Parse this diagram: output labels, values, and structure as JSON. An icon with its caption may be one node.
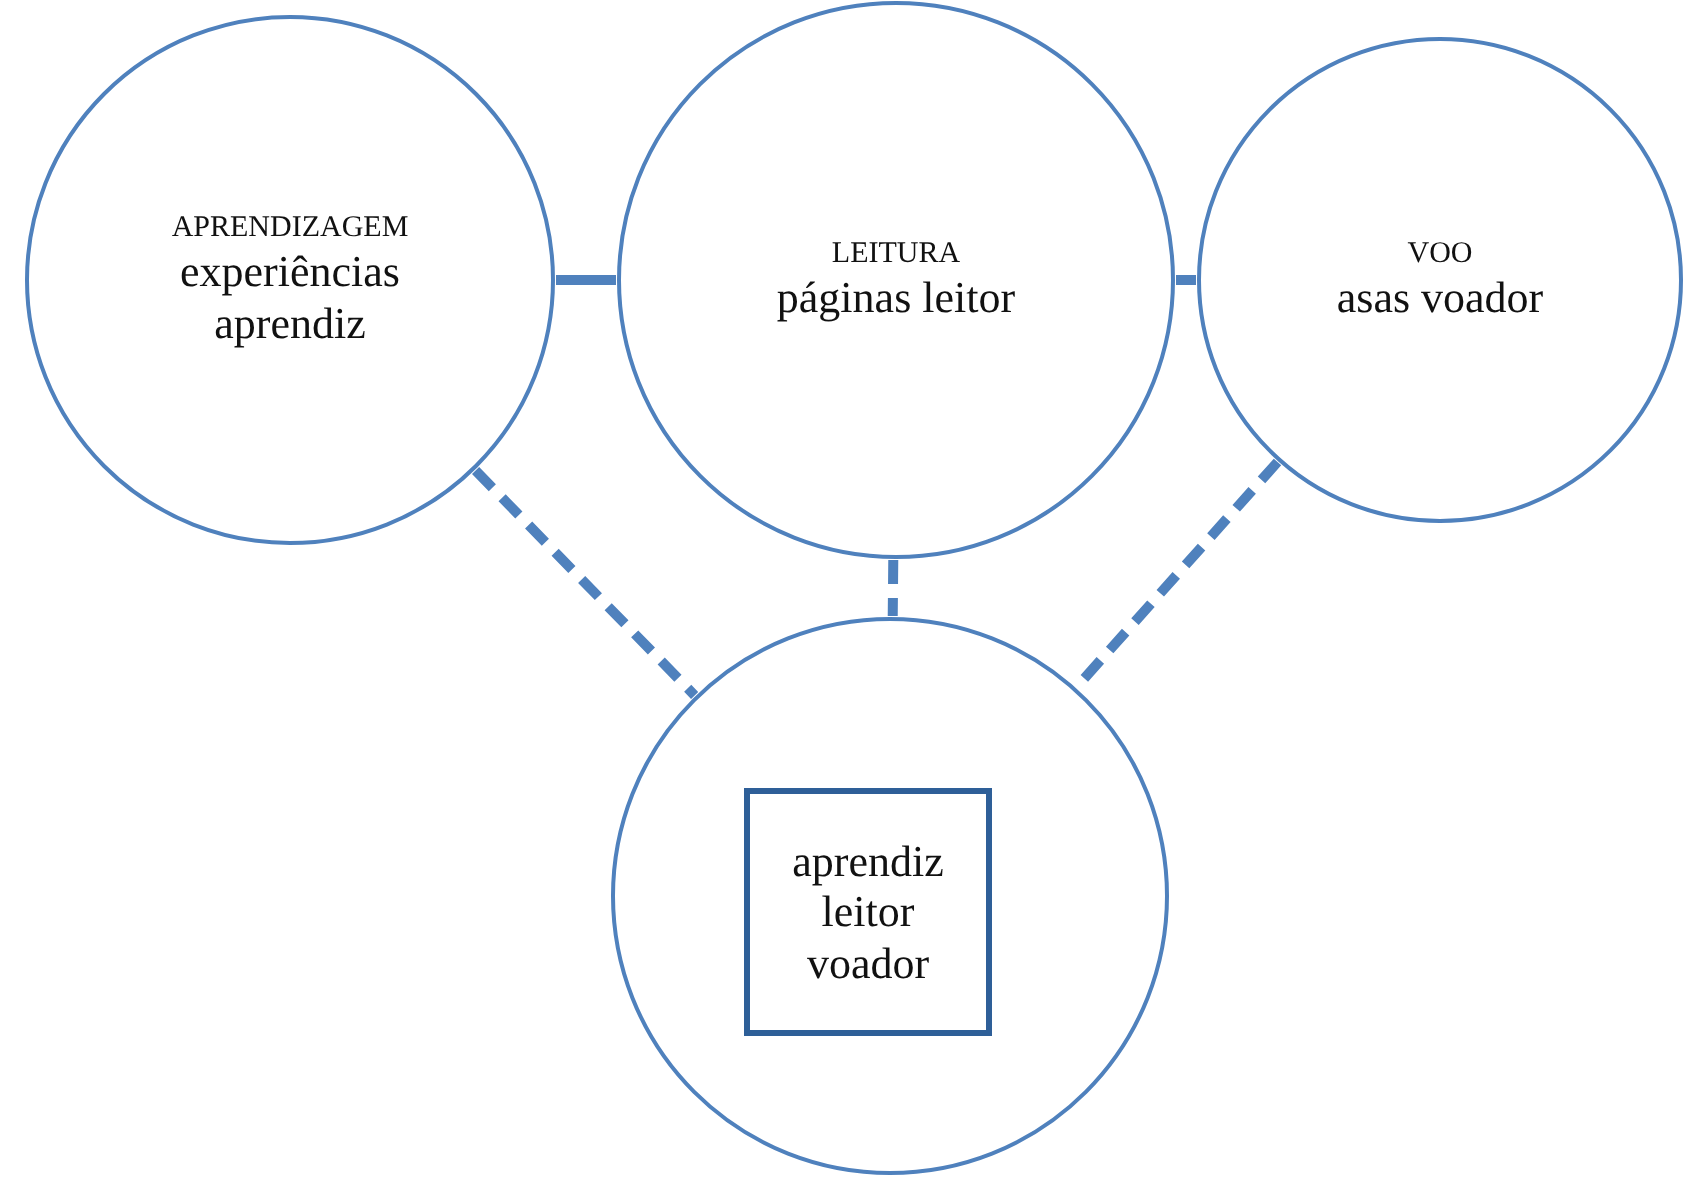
{
  "diagram": {
    "nodes": [
      {
        "text": [
          "APRENDIZAGEM",
          "experiências aprendiz"
        ]
      },
      {
        "text": [
          "LEITURA",
          "páginas leitor"
        ]
      },
      {
        "text": [
          "VOO",
          "asas voador"
        ]
      },
      {
        "text": [],
        "shape": "circle"
      },
      {
        "text": [
          "aprendiz leitor voador"
        ],
        "in": 3
      }
    ],
    "edges": [
      {
        "from": 0,
        "to": 1,
        "arrow": "none"
      },
      {
        "from": 1,
        "to": 2,
        "arrow": "none"
      },
      {
        "from": 0,
        "to": 3,
        "arrow": "none",
        "style": "dashed"
      },
      {
        "from": 1,
        "to": 3,
        "arrow": "none",
        "style": "dashed"
      },
      {
        "from": 2,
        "to": 3,
        "arrow": "none",
        "style": "dashed"
      }
    ]
  }
}
